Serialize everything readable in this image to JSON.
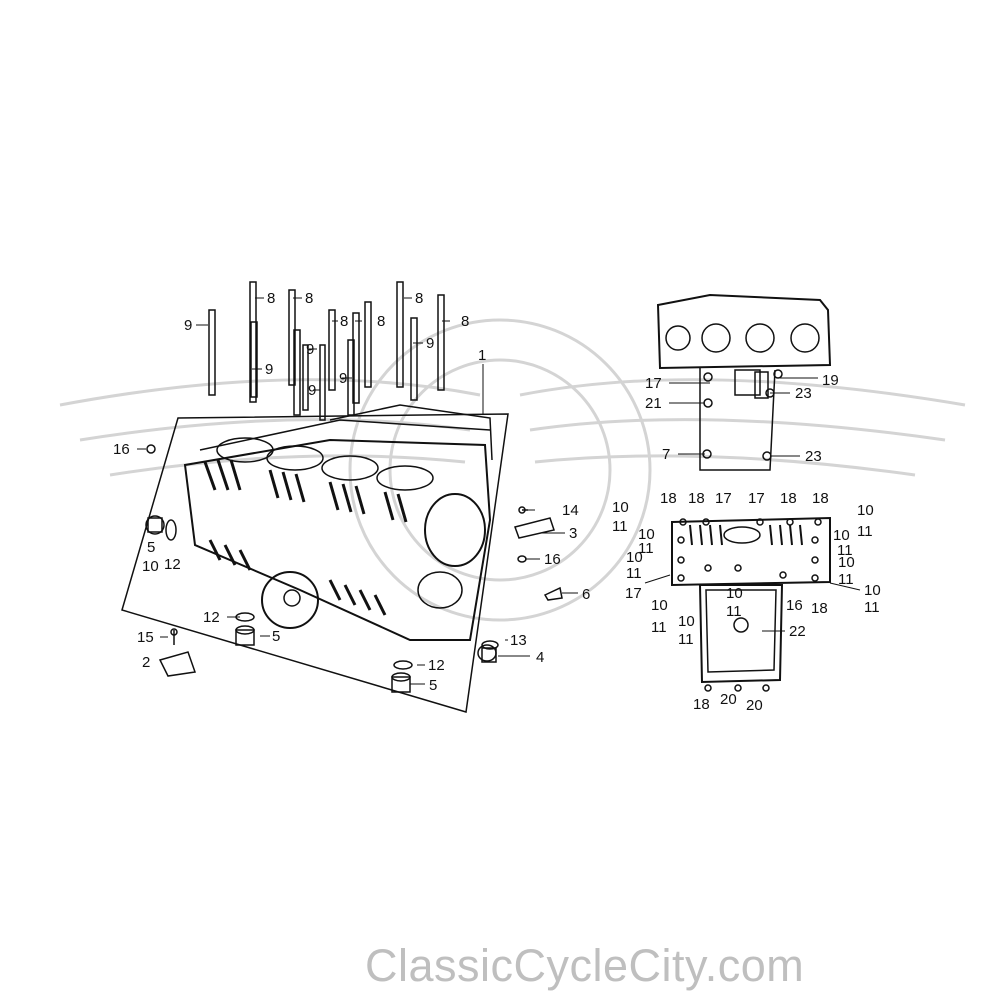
{
  "watermark": {
    "text": "ClassicCycleCity.com"
  },
  "callouts": {
    "c1": "1",
    "c2": "2",
    "c3": "3",
    "c4": "4",
    "c5": "5",
    "c6": "6",
    "c7": "7",
    "c8": "8",
    "c9": "9",
    "c10": "10",
    "c11": "11",
    "c12": "12",
    "c13": "13",
    "c14": "14",
    "c15": "15",
    "c16": "16",
    "c17": "17",
    "c18": "18",
    "c19": "19",
    "c20": "20",
    "c21": "21",
    "c22": "22",
    "c23": "23"
  }
}
